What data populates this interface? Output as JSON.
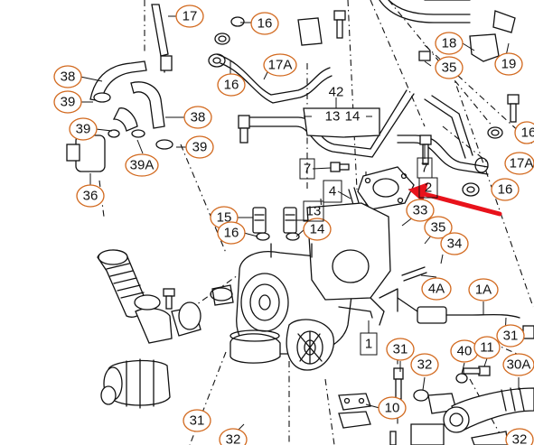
{
  "callouts": [
    {
      "id": "c17a_top",
      "label": "17"
    },
    {
      "id": "c16a",
      "label": "16"
    },
    {
      "id": "c17A_a",
      "label": "17A"
    },
    {
      "id": "c16b",
      "label": "16"
    },
    {
      "id": "c18",
      "label": "18"
    },
    {
      "id": "c35a",
      "label": "35"
    },
    {
      "id": "c19",
      "label": "19"
    },
    {
      "id": "c38a",
      "label": "38"
    },
    {
      "id": "c39a",
      "label": "39"
    },
    {
      "id": "c38b",
      "label": "38"
    },
    {
      "id": "c39b",
      "label": "39"
    },
    {
      "id": "c39c",
      "label": "39"
    },
    {
      "id": "c39A",
      "label": "39A"
    },
    {
      "id": "c36",
      "label": "36"
    },
    {
      "id": "c16c",
      "label": "16"
    },
    {
      "id": "c17A_b",
      "label": "17A"
    },
    {
      "id": "c16d",
      "label": "16"
    },
    {
      "id": "c15",
      "label": "15"
    },
    {
      "id": "c16e",
      "label": "16"
    },
    {
      "id": "c14",
      "label": "14"
    },
    {
      "id": "c33",
      "label": "33"
    },
    {
      "id": "c35b",
      "label": "35"
    },
    {
      "id": "c34",
      "label": "34"
    },
    {
      "id": "c4A",
      "label": "4A"
    },
    {
      "id": "c1A",
      "label": "1A"
    },
    {
      "id": "c31a",
      "label": "31"
    },
    {
      "id": "c31b",
      "label": "31"
    },
    {
      "id": "c32a",
      "label": "32"
    },
    {
      "id": "c40",
      "label": "40"
    },
    {
      "id": "c11",
      "label": "11"
    },
    {
      "id": "c30A",
      "label": "30A"
    },
    {
      "id": "c10",
      "label": "10"
    },
    {
      "id": "c31c",
      "label": "31"
    },
    {
      "id": "c32b",
      "label": "32"
    },
    {
      "id": "c32c",
      "label": "32"
    }
  ],
  "plain_labels": [
    {
      "id": "p42",
      "label": "42"
    },
    {
      "id": "p13a",
      "label": "13"
    },
    {
      "id": "p14a",
      "label": "14"
    },
    {
      "id": "p7a",
      "label": "7"
    },
    {
      "id": "p4",
      "label": "4"
    },
    {
      "id": "p7b",
      "label": "7"
    },
    {
      "id": "p2",
      "label": "2"
    },
    {
      "id": "p13b",
      "label": "13"
    },
    {
      "id": "p1",
      "label": "1"
    }
  ],
  "colors": {
    "callout_border": "#d2691e",
    "arrow": "#e8121b",
    "line": "#111111"
  }
}
